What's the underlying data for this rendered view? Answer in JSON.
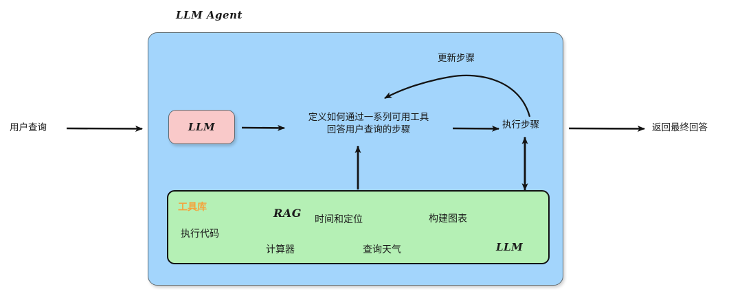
{
  "diagram": {
    "title": "LLM Agent",
    "background_color": "#ffffff",
    "agent_container": {
      "label": "LLM Agent",
      "fill": "#a3d5fc",
      "stroke": "#5d6b73"
    },
    "llm_node": {
      "label": "LLM",
      "fill": "#f9c9c9",
      "stroke": "#5d6b73"
    },
    "plan_node": {
      "line1": "定义如何通过一系列可用工具",
      "line2": "回答用户查询的步骤"
    },
    "execute_node": {
      "label": "执行步骤"
    },
    "update_edge": {
      "label": "更新步骤"
    },
    "input_edge": {
      "label": "用户查询"
    },
    "output_edge": {
      "label": "返回最终回答"
    },
    "tool_library": {
      "title": "工具库",
      "title_color": "#f5a33c",
      "fill": "#b5f0b5",
      "stroke": "#111111",
      "tools": [
        {
          "label": "RAG",
          "style": "hand"
        },
        {
          "label": "时间和定位",
          "style": "cjk"
        },
        {
          "label": "构建图表",
          "style": "cjk"
        },
        {
          "label": "执行代码",
          "style": "cjk"
        },
        {
          "label": "计算器",
          "style": "cjk"
        },
        {
          "label": "查询天气",
          "style": "cjk"
        },
        {
          "label": "LLM",
          "style": "hand"
        }
      ]
    },
    "edges": [
      {
        "name": "user-query-to-llm",
        "from": "用户查询",
        "to": "LLM",
        "kind": "arrow"
      },
      {
        "name": "llm-to-plan",
        "from": "LLM",
        "to": "定义如何通过一系列可用工具回答用户查询的步骤",
        "kind": "arrow"
      },
      {
        "name": "plan-to-execute",
        "from": "定义如何通过一系列可用工具回答用户查询的步骤",
        "to": "执行步骤",
        "kind": "arrow"
      },
      {
        "name": "execute-to-plan-update",
        "from": "执行步骤",
        "to": "定义如何通过一系列可用工具回答用户查询的步骤",
        "kind": "curved-arrow",
        "label": "更新步骤"
      },
      {
        "name": "toolbox-to-plan",
        "from": "工具库",
        "to": "定义如何通过一系列可用工具回答用户查询的步骤",
        "kind": "arrow"
      },
      {
        "name": "execute-to-toolbox",
        "from": "执行步骤",
        "to": "工具库",
        "kind": "double-arrow"
      },
      {
        "name": "execute-to-final-answer",
        "from": "执行步骤",
        "to": "返回最终回答",
        "kind": "arrow"
      }
    ]
  }
}
